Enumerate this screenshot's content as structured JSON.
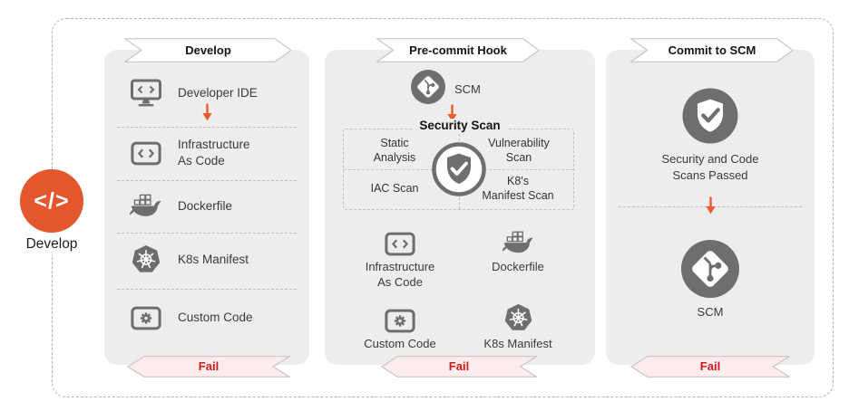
{
  "colors": {
    "accent_orange": "#E4572C",
    "arrow_orange": "#EB5B2C",
    "icon_gray": "#6E6E6E",
    "panel_bg": "#EDEDED",
    "fail_red": "#CE1A1A",
    "fail_bg": "#FCECEC",
    "banner_border": "#C6C6C6"
  },
  "develop_node": {
    "glyph": "</>",
    "label": "Develop",
    "icon": "code-icon"
  },
  "panels": [
    {
      "id": "develop",
      "header": "Develop",
      "items": [
        {
          "icon": "developer-ide-icon",
          "label": "Developer IDE"
        },
        {
          "icon": "infrastructure-as-code-icon",
          "label": "Infrastructure\nAs Code"
        },
        {
          "icon": "docker-icon",
          "label": "Dockerfile"
        },
        {
          "icon": "kubernetes-icon",
          "label": "K8s Manifest"
        },
        {
          "icon": "custom-code-icon",
          "label": "Custom Code"
        }
      ],
      "fail_label": "Fail"
    },
    {
      "id": "pre-commit-hook",
      "header": "Pre-commit Hook",
      "scm_label": "SCM",
      "scm_icon": "git-scm-icon",
      "security_scan": {
        "title": "Security Scan",
        "center_icon": "shield-check-icon",
        "quadrants": [
          "Static\nAnalysis",
          "Vulnerability\nScan",
          "IAC Scan",
          "K8's\nManifest  Scan"
        ]
      },
      "artifacts": [
        {
          "icon": "infrastructure-as-code-icon",
          "label": "Infrastructure\nAs Code"
        },
        {
          "icon": "docker-icon",
          "label": "Dockerfile"
        },
        {
          "icon": "custom-code-icon",
          "label": "Custom Code"
        },
        {
          "icon": "kubernetes-icon",
          "label": "K8s Manifest"
        }
      ],
      "fail_label": "Fail"
    },
    {
      "id": "commit-to-scm",
      "header": "Commit to SCM",
      "passed_icon": "shield-check-badge-icon",
      "passed_label": "Security and Code\nScans Passed",
      "scm_icon": "git-scm-icon",
      "scm_label": "SCM",
      "fail_label": "Fail"
    }
  ]
}
